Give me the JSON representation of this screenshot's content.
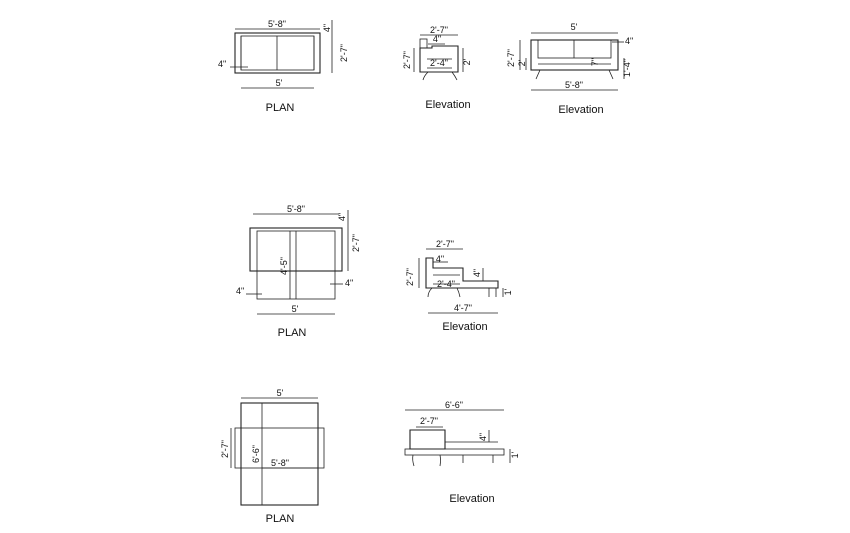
{
  "row1": {
    "plan": {
      "caption": "PLAN",
      "dims": {
        "top": "5'-8\"",
        "side": "2'-7\"",
        "arm_top": "4\"",
        "left": "4\"",
        "bottom": "5'"
      }
    },
    "side_elevation": {
      "caption": "Elevation",
      "dims": {
        "top": "2'-7\"",
        "arm": "4\"",
        "left": "2'-7\"",
        "right": "2'",
        "seat": "2'-4\""
      }
    },
    "front_elevation": {
      "caption": "Elevation",
      "dims": {
        "top": "5'",
        "right_arm": "4\"",
        "left_outer": "2'-7\"",
        "left_inner": "2'",
        "leg": "1'-4\"",
        "inner": "7\"",
        "bottom": "5'-8\""
      }
    }
  },
  "row2": {
    "plan": {
      "caption": "PLAN",
      "dims": {
        "top": "5'-8\"",
        "arm_top": "4\"",
        "side": "2'-7\"",
        "center": "4'-5\"",
        "left": "4\"",
        "right": "4\"",
        "bottom": "5'"
      }
    },
    "elevation": {
      "caption": "Elevation",
      "dims": {
        "top": "2'-7\"",
        "arm": "4\"",
        "left": "2'-7\"",
        "seat": "2'-4\"",
        "ext": "4\"",
        "leg": "1'",
        "bottom": "4'-7\""
      }
    }
  },
  "row3": {
    "plan": {
      "caption": "PLAN",
      "dims": {
        "top": "5'",
        "left": "2'-7\"",
        "center": "6'-6\"",
        "inner": "5'-8\""
      }
    },
    "elevation": {
      "caption": "Elevation",
      "dims": {
        "top": "6'-6\"",
        "back": "2'-7\"",
        "ext": "4\"",
        "leg": "1'"
      }
    }
  }
}
